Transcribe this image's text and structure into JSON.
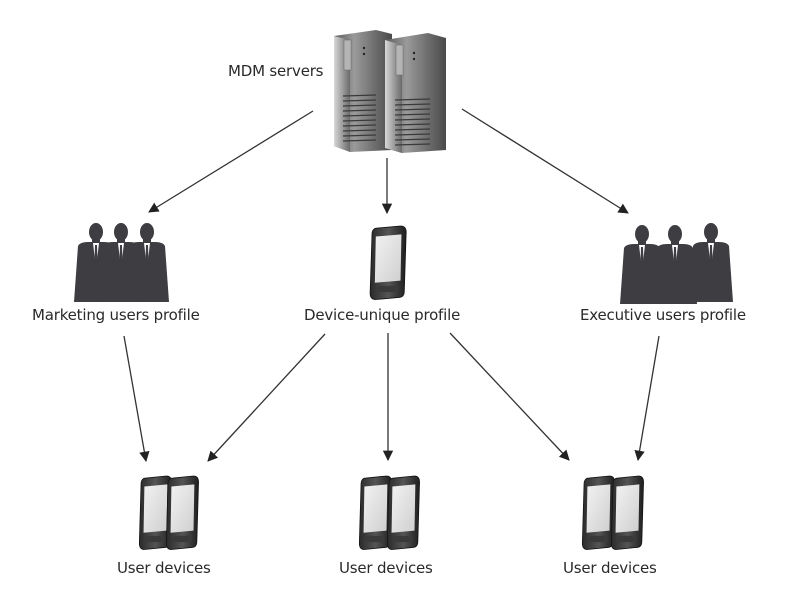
{
  "diagram": {
    "nodes": {
      "servers": {
        "label": "MDM servers",
        "icon": "server-tower-icon"
      },
      "marketing": {
        "label": "Marketing users profile",
        "icon": "business-people-group-icon"
      },
      "device_unique": {
        "label": "Device-unique profile",
        "icon": "smartphone-icon"
      },
      "executive": {
        "label": "Executive users profile",
        "icon": "business-people-group-icon"
      },
      "devices_left": {
        "label": "User devices",
        "icon": "smartphones-pair-icon"
      },
      "devices_center": {
        "label": "User devices",
        "icon": "smartphones-pair-icon"
      },
      "devices_right": {
        "label": "User devices",
        "icon": "smartphones-pair-icon"
      }
    },
    "edges": [
      {
        "from": "servers",
        "to": "marketing"
      },
      {
        "from": "servers",
        "to": "device_unique"
      },
      {
        "from": "servers",
        "to": "executive"
      },
      {
        "from": "marketing",
        "to": "devices_left"
      },
      {
        "from": "device_unique",
        "to": "devices_left"
      },
      {
        "from": "device_unique",
        "to": "devices_center"
      },
      {
        "from": "device_unique",
        "to": "devices_right"
      },
      {
        "from": "executive",
        "to": "devices_right"
      }
    ]
  }
}
